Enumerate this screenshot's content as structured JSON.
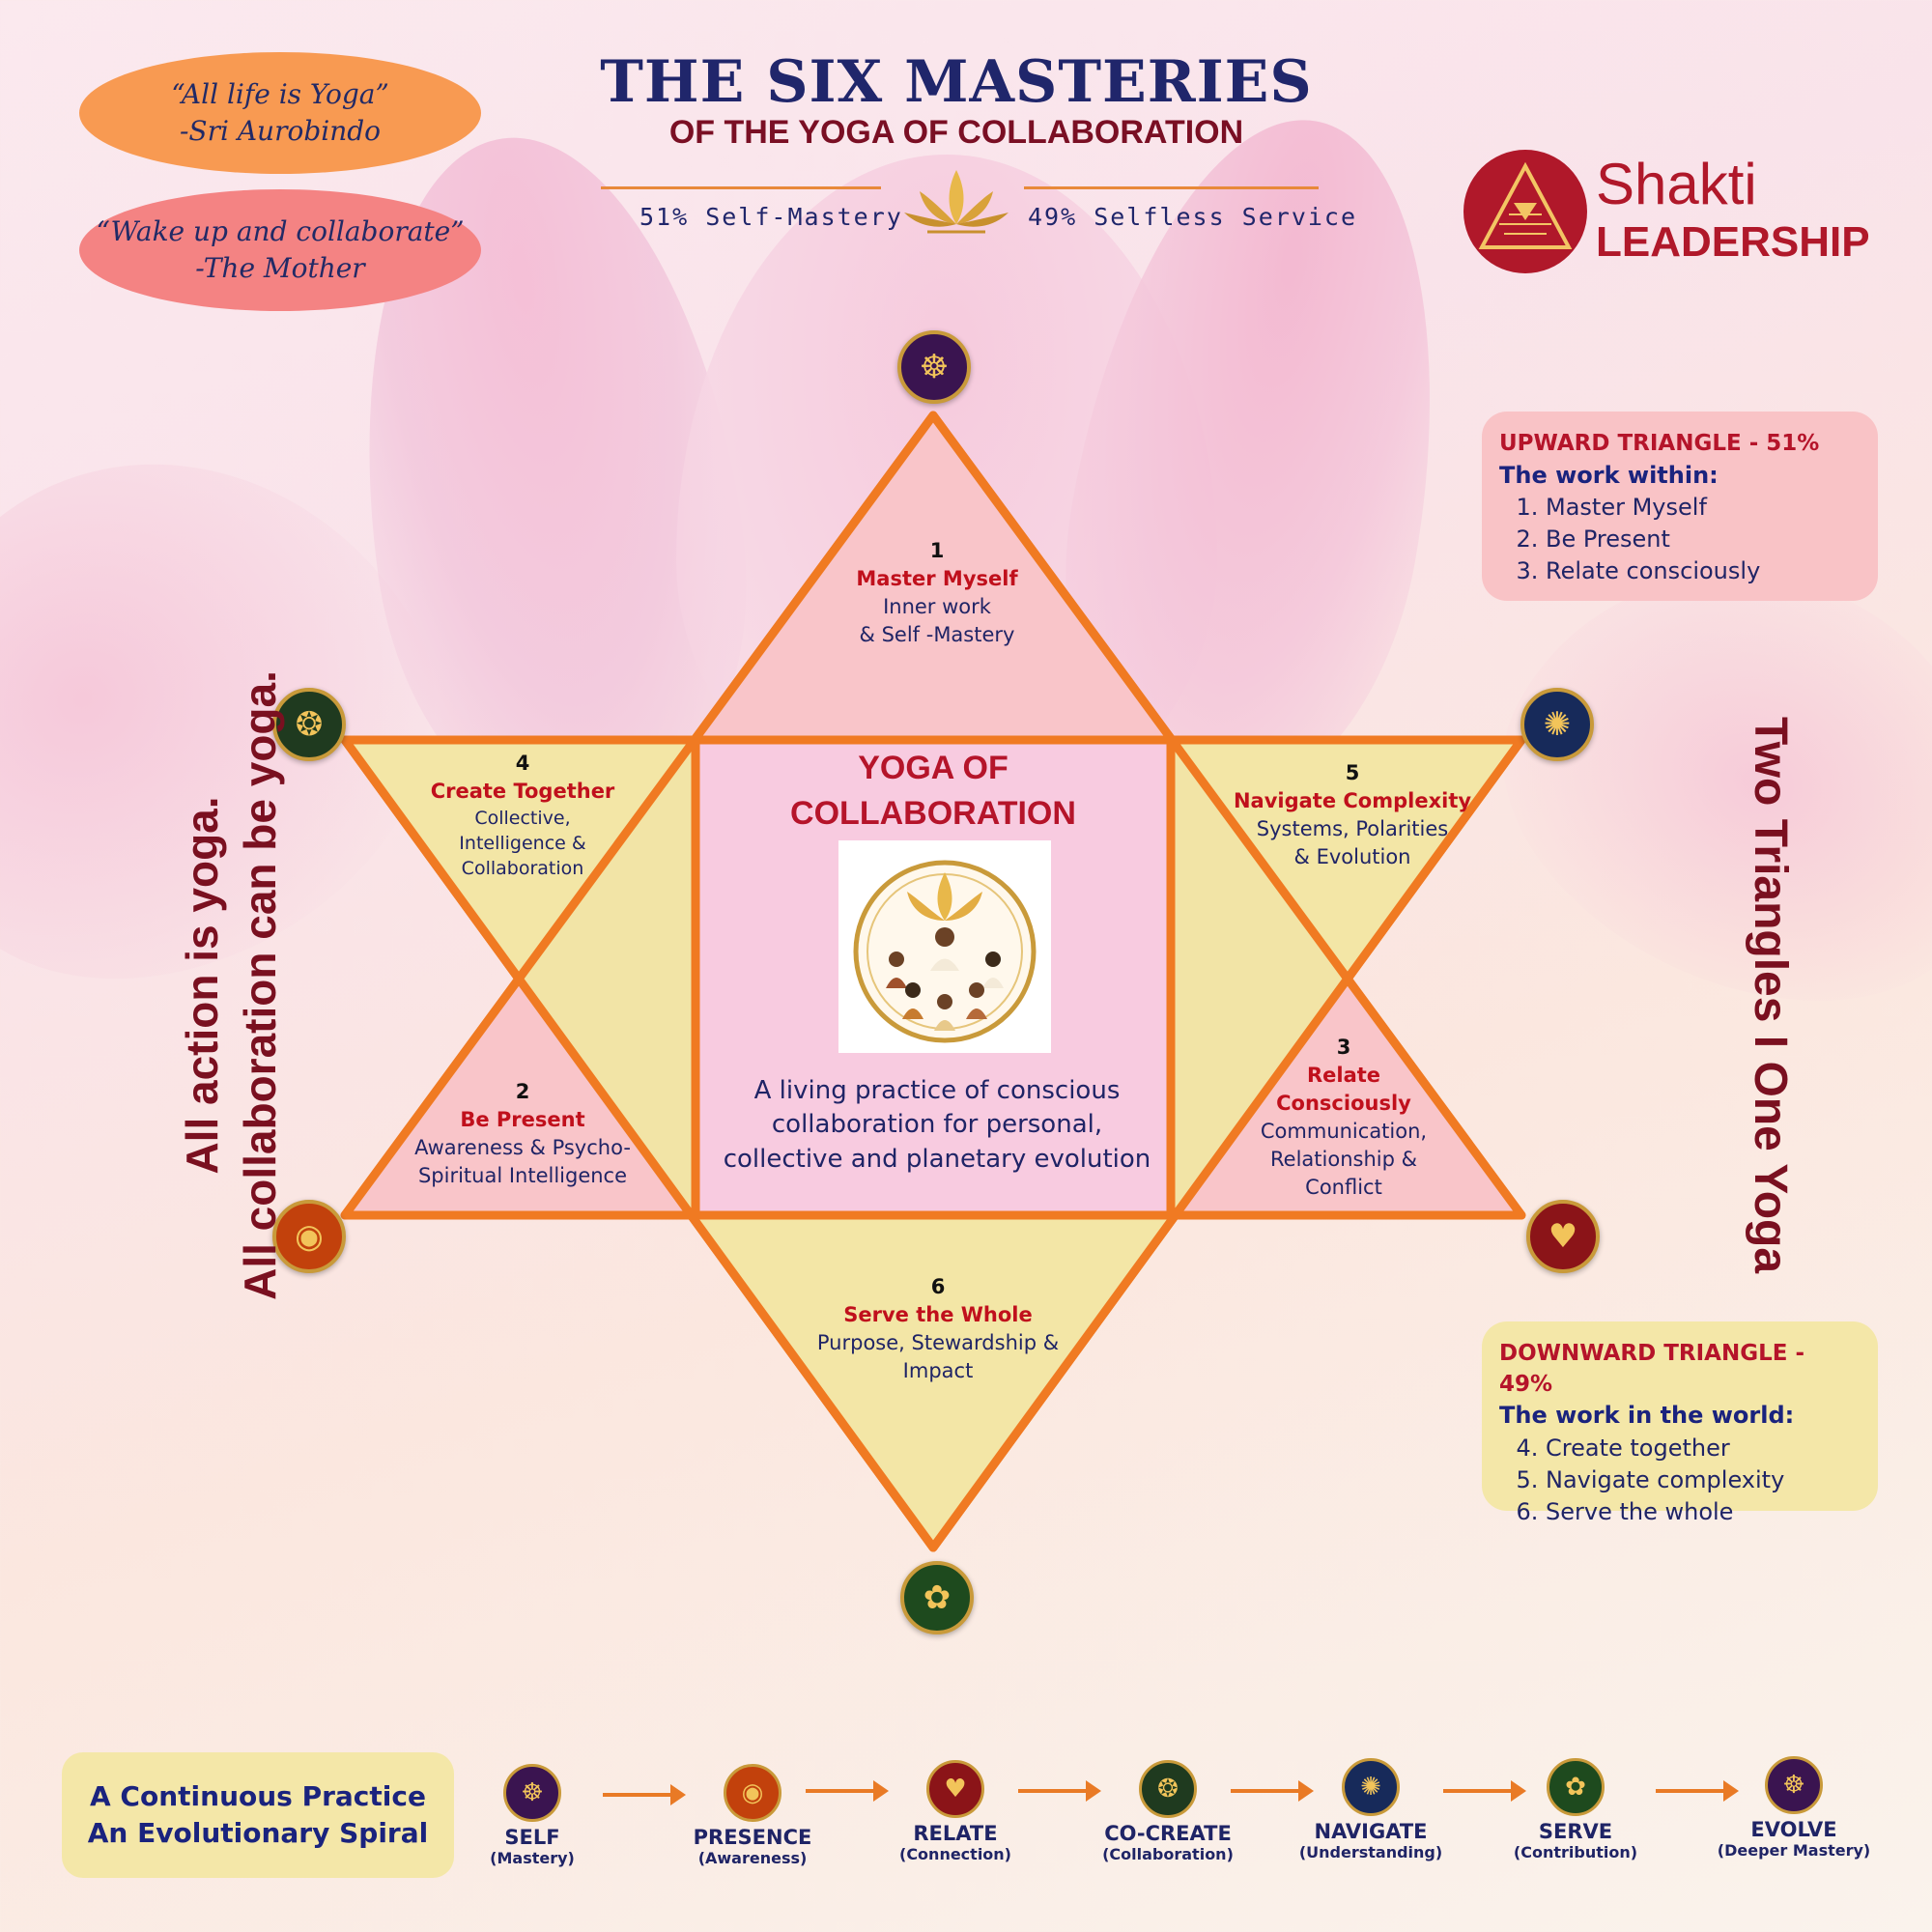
{
  "quotes": [
    {
      "text": "“All life is Yoga”",
      "author": "-Sri Aurobindo"
    },
    {
      "text": "“Wake up and collaborate”",
      "author": "-The Mother"
    }
  ],
  "header": {
    "title": "THE SIX MASTERIES",
    "subtitle": "OF THE YOGA OF COLLABORATION",
    "left_ratio": "51% Self-Mastery",
    "right_ratio": "49% Selfless Service"
  },
  "logo": {
    "line1": "Shakti",
    "line2": "LEADERSHIP"
  },
  "left_vertical": {
    "line1": "All action is yoga.",
    "line2": "All collaboration can be yoga."
  },
  "right_vertical": "Two Triangles I One Yoga",
  "center": {
    "title_line1": "YOGA OF",
    "title_line2": "COLLABORATION",
    "description": "A living practice of conscious collaboration for personal, collective and planetary evolution"
  },
  "masteries": [
    {
      "num": "1",
      "name": "Master Myself",
      "desc1": "Inner work",
      "desc2": "& Self -Mastery"
    },
    {
      "num": "2",
      "name": "Be Present",
      "desc1": "Awareness & Psycho-",
      "desc2": "Spiritual Intelligence"
    },
    {
      "num": "3",
      "name": "Relate",
      "name2": "Consciously",
      "desc1": "Communication,",
      "desc2": "Relationship &",
      "desc3": "Conflict"
    },
    {
      "num": "4",
      "name": "Create Together",
      "desc1": "Collective,",
      "desc2": "Intelligence &",
      "desc3": "Collaboration"
    },
    {
      "num": "5",
      "name": "Navigate Complexity",
      "desc1": "Systems, Polarities",
      "desc2": "& Evolution"
    },
    {
      "num": "6",
      "name": "Serve the Whole",
      "desc1": "Purpose, Stewardship &",
      "desc2": "Impact"
    }
  ],
  "upward_box": {
    "heading": "UPWARD  TRIANGLE - 51%",
    "subheading": "The work within:",
    "items": [
      "Master Myself",
      "Be Present",
      "Relate consciously"
    ]
  },
  "downward_box": {
    "heading": "DOWNWARD  TRIANGLE - 49%",
    "subheading": "The work in the world:",
    "items": [
      "Create together",
      "Navigate complexity",
      "Serve the whole"
    ]
  },
  "practice_box": {
    "line1": "A Continuous Practice",
    "line2": "An Evolutionary Spiral"
  },
  "spiral_steps": [
    {
      "label": "SELF",
      "sub": "(Mastery)",
      "icon": "meditation-icon",
      "color": "#3a1450"
    },
    {
      "label": "PRESENCE",
      "sub": "(Awareness)",
      "icon": "eye-icon",
      "color": "#c2410c"
    },
    {
      "label": "RELATE",
      "sub": "(Connection)",
      "icon": "heart-hands-icon",
      "color": "#8b1418"
    },
    {
      "label": "CO-CREATE",
      "sub": "(Collaboration)",
      "icon": "circle-people-icon",
      "color": "#1f3a1f"
    },
    {
      "label": "NAVIGATE",
      "sub": "(Understanding)",
      "icon": "galaxy-icon",
      "color": "#172a5a"
    },
    {
      "label": "SERVE",
      "sub": "(Contribution)",
      "icon": "globe-hands-icon",
      "color": "#1e4a1e"
    },
    {
      "label": "EVOLVE",
      "sub": "(Deeper Mastery)",
      "icon": "meditation-icon",
      "color": "#3a1450"
    }
  ],
  "colors": {
    "upward_fill": "#f9c5c9",
    "downward_fill": "#f3e6a6",
    "star_stroke": "#f07a22",
    "title_navy": "#20266b",
    "accent_red": "#7a0f24"
  }
}
